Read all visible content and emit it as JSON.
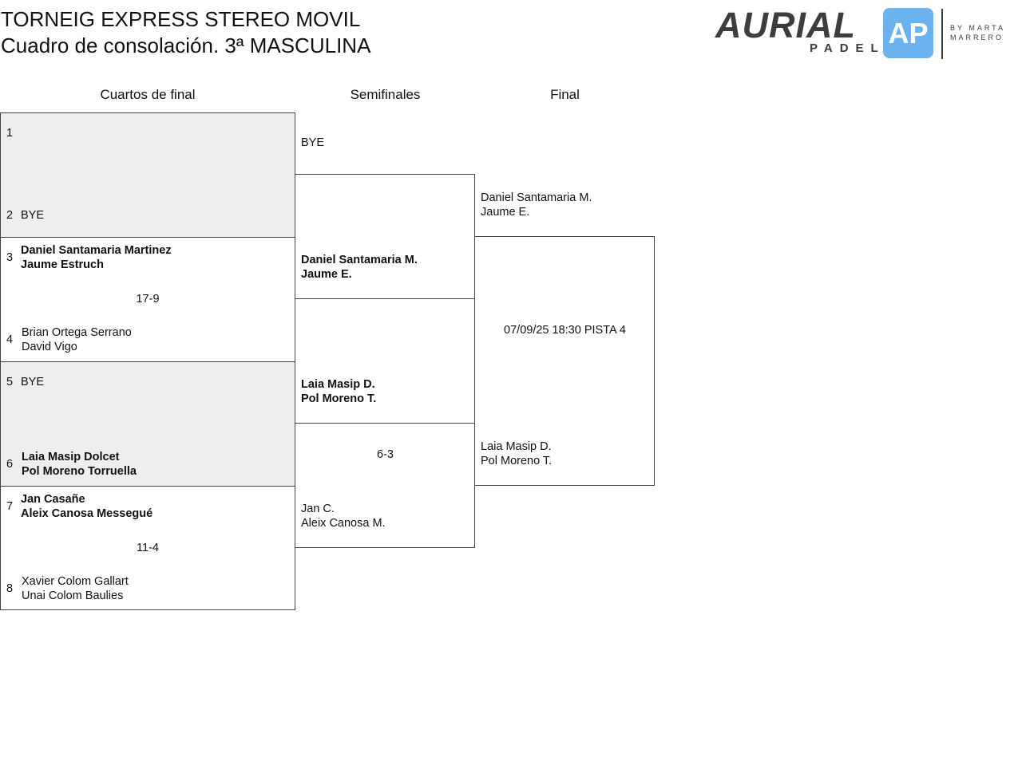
{
  "header": {
    "title": "TORNEIG EXPRESS STEREO MOVIL",
    "subtitle": "Cuadro de consolación. 3ª MASCULINA"
  },
  "logo": {
    "brand": "AURIAL",
    "sub": "PADEL",
    "by": "BY MARTA",
    "by2": "MARRERO",
    "accent": "#6bb3ef"
  },
  "rounds": [
    "Cuartos de final",
    "Semifinales",
    "Final"
  ],
  "quarterfinals": [
    {
      "seed_a": "1",
      "team_a": [
        ""
      ],
      "seed_b": "2",
      "team_b": [
        "BYE"
      ],
      "score": ""
    },
    {
      "seed_a": "3",
      "team_a": [
        "Daniel Santamaria Martinez",
        "Jaume Estruch"
      ],
      "seed_b": "4",
      "team_b": [
        "Brian Ortega Serrano",
        "David Vigo"
      ],
      "score": "17-9"
    },
    {
      "seed_a": "5",
      "team_a": [
        "BYE"
      ],
      "seed_b": "6",
      "team_b": [
        "Laia Masip Dolcet",
        "Pol Moreno Torruella"
      ],
      "score": ""
    },
    {
      "seed_a": "7",
      "team_a": [
        "Jan Casañe",
        "Aleix Canosa Messegué"
      ],
      "seed_b": "8",
      "team_b": [
        "Xavier Colom Gallart",
        "Unai Colom Baulies"
      ],
      "score": "11-4"
    }
  ],
  "semifinals": [
    {
      "team_a": [
        "BYE"
      ],
      "team_b": [
        "Daniel Santamaria M.",
        "Jaume E."
      ],
      "score": ""
    },
    {
      "team_a": [
        "Laia Masip D.",
        "Pol Moreno T."
      ],
      "team_b": [
        "Jan C.",
        "Aleix Canosa M."
      ],
      "score": "6-3"
    }
  ],
  "final": {
    "team_a": [
      "Daniel Santamaria M.",
      "Jaume E."
    ],
    "team_b": [
      "Laia Masip D.",
      "Pol Moreno T."
    ],
    "schedule": "07/09/25 18:30 PISTA 4"
  }
}
